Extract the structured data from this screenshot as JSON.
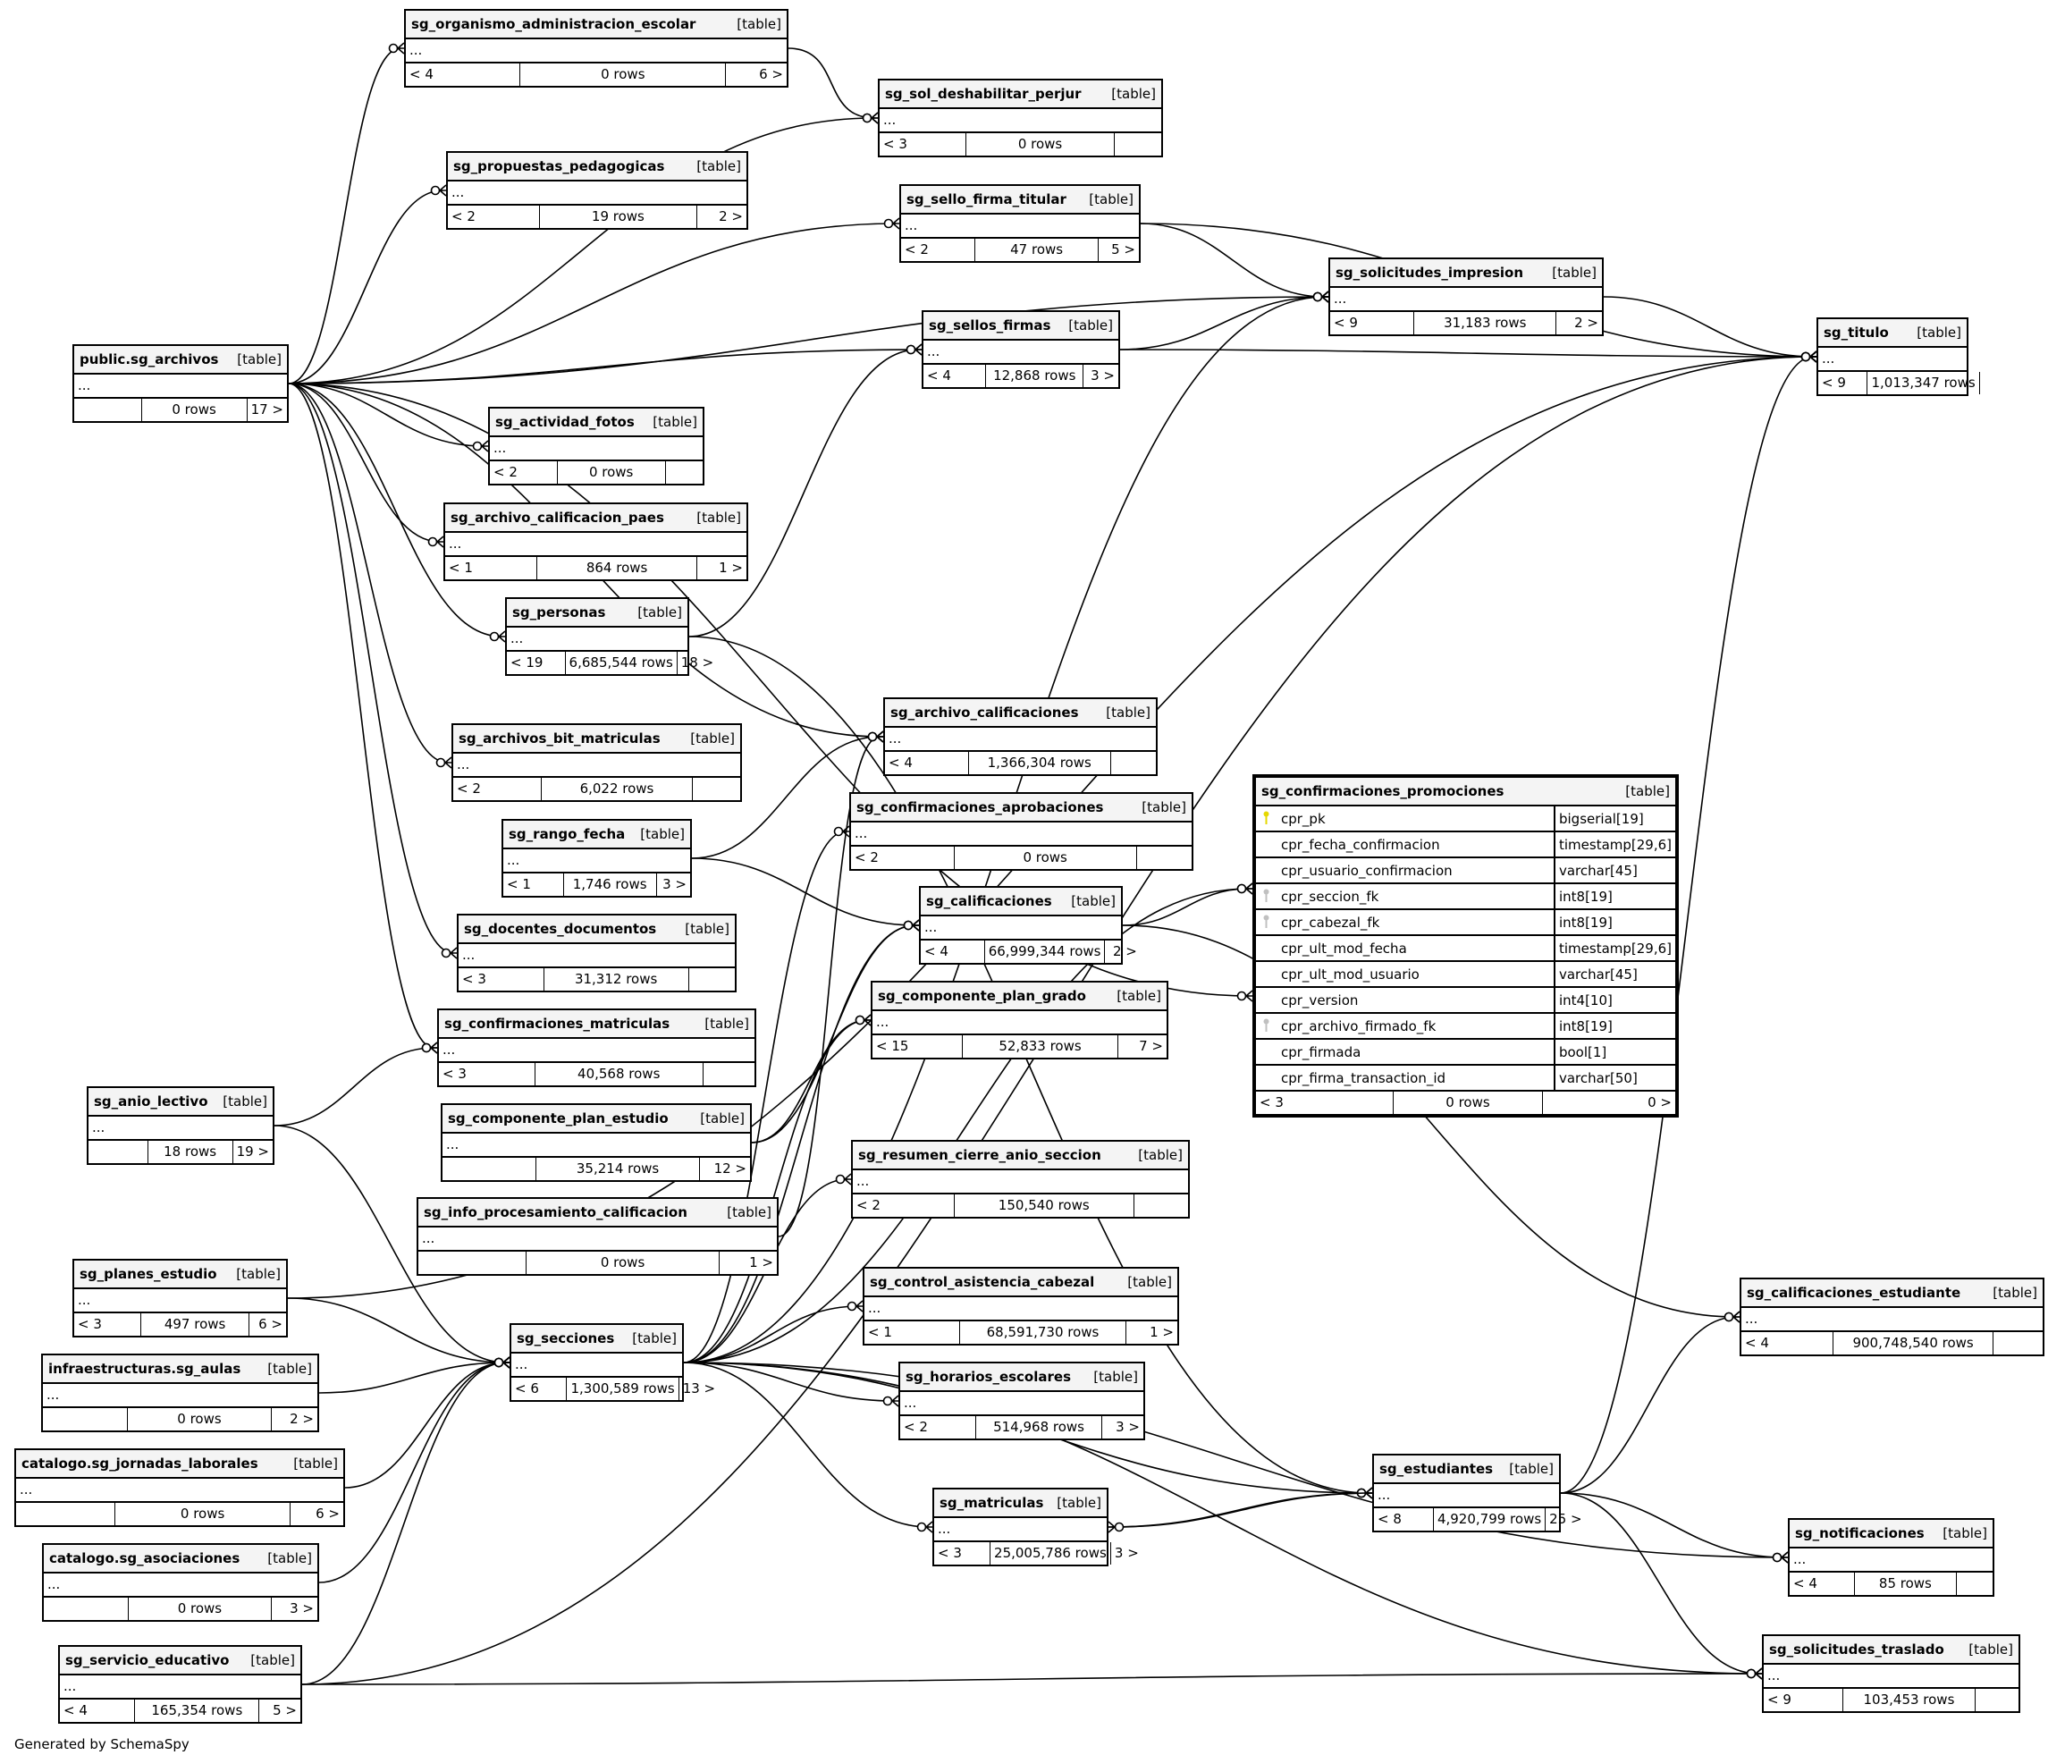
{
  "footer": "Generated by SchemaSpy",
  "table_tag": "[table]",
  "row_placeholder": "...",
  "tables": {
    "organismo": {
      "name": "sg_organismo_administracion_escolar",
      "left": "< 4",
      "rows": "0 rows",
      "right": "6 >"
    },
    "sol_deshab": {
      "name": "sg_sol_deshabilitar_perjur",
      "left": "< 3",
      "rows": "0 rows",
      "right": ""
    },
    "propuestas": {
      "name": "sg_propuestas_pedagogicas",
      "left": "< 2",
      "rows": "19 rows",
      "right": "2 >"
    },
    "sello_firma": {
      "name": "sg_sello_firma_titular",
      "left": "< 2",
      "rows": "47 rows",
      "right": "5 >"
    },
    "sol_impresion": {
      "name": "sg_solicitudes_impresion",
      "left": "< 9",
      "rows": "31,183 rows",
      "right": "2 >"
    },
    "archivos": {
      "name": "public.sg_archivos",
      "left": "",
      "rows": "0 rows",
      "right": "17 >"
    },
    "sellos_firmas": {
      "name": "sg_sellos_firmas",
      "left": "< 4",
      "rows": "12,868 rows",
      "right": "3 >"
    },
    "titulo": {
      "name": "sg_titulo",
      "left": "< 9",
      "rows": "1,013,347 rows",
      "right": ""
    },
    "actividad_fotos": {
      "name": "sg_actividad_fotos",
      "left": "< 2",
      "rows": "0 rows",
      "right": ""
    },
    "calif_paes": {
      "name": "sg_archivo_calificacion_paes",
      "left": "< 1",
      "rows": "864 rows",
      "right": "1 >"
    },
    "personas": {
      "name": "sg_personas",
      "left": "< 19",
      "rows": "6,685,544 rows",
      "right": "18 >"
    },
    "archivo_calif": {
      "name": "sg_archivo_calificaciones",
      "left": "< 4",
      "rows": "1,366,304 rows",
      "right": ""
    },
    "bit_matriculas": {
      "name": "sg_archivos_bit_matriculas",
      "left": "< 2",
      "rows": "6,022 rows",
      "right": ""
    },
    "conf_aprob": {
      "name": "sg_confirmaciones_aprobaciones",
      "left": "< 2",
      "rows": "0 rows",
      "right": ""
    },
    "rango_fecha": {
      "name": "sg_rango_fecha",
      "left": "< 1",
      "rows": "1,746 rows",
      "right": "3 >"
    },
    "calificaciones": {
      "name": "sg_calificaciones",
      "left": "< 4",
      "rows": "66,999,344 rows",
      "right": "2 >"
    },
    "docentes_doc": {
      "name": "sg_docentes_documentos",
      "left": "< 3",
      "rows": "31,312 rows",
      "right": ""
    },
    "comp_plan_grado": {
      "name": "sg_componente_plan_grado",
      "left": "< 15",
      "rows": "52,833 rows",
      "right": "7 >"
    },
    "conf_matriculas": {
      "name": "sg_confirmaciones_matriculas",
      "left": "< 3",
      "rows": "40,568 rows",
      "right": ""
    },
    "anio_lectivo": {
      "name": "sg_anio_lectivo",
      "left": "",
      "rows": "18 rows",
      "right": "19 >"
    },
    "comp_plan_estudio": {
      "name": "sg_componente_plan_estudio",
      "left": "",
      "rows": "35,214 rows",
      "right": "12 >"
    },
    "resumen_cierre": {
      "name": "sg_resumen_cierre_anio_seccion",
      "left": "< 2",
      "rows": "150,540 rows",
      "right": ""
    },
    "info_proc": {
      "name": "sg_info_procesamiento_calificacion",
      "left": "",
      "rows": "0 rows",
      "right": "1 >"
    },
    "planes_estudio": {
      "name": "sg_planes_estudio",
      "left": "< 3",
      "rows": "497 rows",
      "right": "6 >"
    },
    "control_asist": {
      "name": "sg_control_asistencia_cabezal",
      "left": "< 1",
      "rows": "68,591,730 rows",
      "right": "1 >"
    },
    "calif_estudiante": {
      "name": "sg_calificaciones_estudiante",
      "left": "< 4",
      "rows": "900,748,540 rows",
      "right": ""
    },
    "aulas": {
      "name": "infraestructuras.sg_aulas",
      "left": "",
      "rows": "0 rows",
      "right": "2 >"
    },
    "secciones": {
      "name": "sg_secciones",
      "left": "< 6",
      "rows": "1,300,589 rows",
      "right": "13 >"
    },
    "horarios": {
      "name": "sg_horarios_escolares",
      "left": "< 2",
      "rows": "514,968 rows",
      "right": "3 >"
    },
    "jornadas": {
      "name": "catalogo.sg_jornadas_laborales",
      "left": "",
      "rows": "0 rows",
      "right": "6 >"
    },
    "estudiantes": {
      "name": "sg_estudiantes",
      "left": "< 8",
      "rows": "4,920,799 rows",
      "right": "25 >"
    },
    "matriculas": {
      "name": "sg_matriculas",
      "left": "< 3",
      "rows": "25,005,786 rows",
      "right": "3 >"
    },
    "notificaciones": {
      "name": "sg_notificaciones",
      "left": "< 4",
      "rows": "85 rows",
      "right": ""
    },
    "asociaciones": {
      "name": "catalogo.sg_asociaciones",
      "left": "",
      "rows": "0 rows",
      "right": "3 >"
    },
    "servicio_edu": {
      "name": "sg_servicio_educativo",
      "left": "< 4",
      "rows": "165,354 rows",
      "right": "5 >"
    },
    "sol_traslado": {
      "name": "sg_solicitudes_traslado",
      "left": "< 9",
      "rows": "103,453 rows",
      "right": ""
    }
  },
  "focus_table": {
    "name": "sg_confirmaciones_promociones",
    "tag": "[table]",
    "columns": [
      {
        "name": "cpr_pk",
        "type": "bigserial[19]",
        "key": "primary"
      },
      {
        "name": "cpr_fecha_confirmacion",
        "type": "timestamp[29,6]",
        "key": ""
      },
      {
        "name": "cpr_usuario_confirmacion",
        "type": "varchar[45]",
        "key": ""
      },
      {
        "name": "cpr_seccion_fk",
        "type": "int8[19]",
        "key": "foreign"
      },
      {
        "name": "cpr_cabezal_fk",
        "type": "int8[19]",
        "key": "foreign"
      },
      {
        "name": "cpr_ult_mod_fecha",
        "type": "timestamp[29,6]",
        "key": ""
      },
      {
        "name": "cpr_ult_mod_usuario",
        "type": "varchar[45]",
        "key": ""
      },
      {
        "name": "cpr_version",
        "type": "int4[10]",
        "key": ""
      },
      {
        "name": "cpr_archivo_firmado_fk",
        "type": "int8[19]",
        "key": "foreign"
      },
      {
        "name": "cpr_firmada",
        "type": "bool[1]",
        "key": ""
      },
      {
        "name": "cpr_firma_transaction_id",
        "type": "varchar[50]",
        "key": ""
      }
    ],
    "footer": {
      "left": "< 3",
      "rows": "0 rows",
      "right": "0 >"
    }
  },
  "colors": {
    "primary_key": "#e6d800",
    "foreign_key": "#c0c0c0",
    "header_bg": "#f4f4f4"
  },
  "relationships": [
    [
      "archivos",
      "organismo"
    ],
    [
      "archivos",
      "sol_deshab"
    ],
    [
      "organismo",
      "sol_deshab"
    ],
    [
      "archivos",
      "propuestas"
    ],
    [
      "archivos",
      "sello_firma"
    ],
    [
      "archivos",
      "sol_impresion"
    ],
    [
      "archivos",
      "sellos_firmas"
    ],
    [
      "archivos",
      "actividad_fotos"
    ],
    [
      "archivos",
      "calif_paes"
    ],
    [
      "archivos",
      "personas"
    ],
    [
      "archivos",
      "archivo_calif"
    ],
    [
      "archivos",
      "bit_matriculas"
    ],
    [
      "archivos",
      "docentes_doc"
    ],
    [
      "archivos",
      "conf_matriculas"
    ],
    [
      "archivos",
      "focus"
    ],
    [
      "sello_firma",
      "sol_impresion"
    ],
    [
      "sello_firma",
      "titulo"
    ],
    [
      "sellos_firmas",
      "sol_impresion"
    ],
    [
      "sellos_firmas",
      "titulo"
    ],
    [
      "sol_impresion",
      "titulo"
    ],
    [
      "personas",
      "sellos_firmas"
    ],
    [
      "personas",
      "estudiantes"
    ],
    [
      "rango_fecha",
      "archivo_calif"
    ],
    [
      "rango_fecha",
      "calificaciones"
    ],
    [
      "calificaciones",
      "focus"
    ],
    [
      "calificaciones",
      "calif_estudiante"
    ],
    [
      "anio_lectivo",
      "conf_matriculas"
    ],
    [
      "anio_lectivo",
      "secciones"
    ],
    [
      "comp_plan_estudio",
      "calificaciones"
    ],
    [
      "comp_plan_estudio",
      "comp_plan_grado"
    ],
    [
      "info_proc",
      "archivo_calif"
    ],
    [
      "planes_estudio",
      "secciones"
    ],
    [
      "planes_estudio",
      "titulo"
    ],
    [
      "aulas",
      "secciones"
    ],
    [
      "jornadas",
      "secciones"
    ],
    [
      "asociaciones",
      "secciones"
    ],
    [
      "servicio_edu",
      "secciones"
    ],
    [
      "servicio_edu",
      "titulo"
    ],
    [
      "servicio_edu",
      "sol_traslado"
    ],
    [
      "secciones",
      "calificaciones"
    ],
    [
      "secciones",
      "comp_plan_grado"
    ],
    [
      "secciones",
      "conf_aprob"
    ],
    [
      "secciones",
      "resumen_cierre"
    ],
    [
      "secciones",
      "control_asist"
    ],
    [
      "secciones",
      "horarios"
    ],
    [
      "secciones",
      "matriculas"
    ],
    [
      "secciones",
      "estudiantes"
    ],
    [
      "secciones",
      "sol_traslado"
    ],
    [
      "secciones",
      "focus"
    ],
    [
      "secciones",
      "sol_impresion"
    ],
    [
      "matriculas",
      "estudiantes"
    ],
    [
      "estudiantes",
      "calif_estudiante"
    ],
    [
      "estudiantes",
      "notificaciones"
    ],
    [
      "estudiantes",
      "sol_traslado"
    ],
    [
      "estudiantes",
      "titulo"
    ],
    [
      "estudiantes",
      "matriculas"
    ],
    [
      "secciones",
      "notificaciones"
    ]
  ]
}
